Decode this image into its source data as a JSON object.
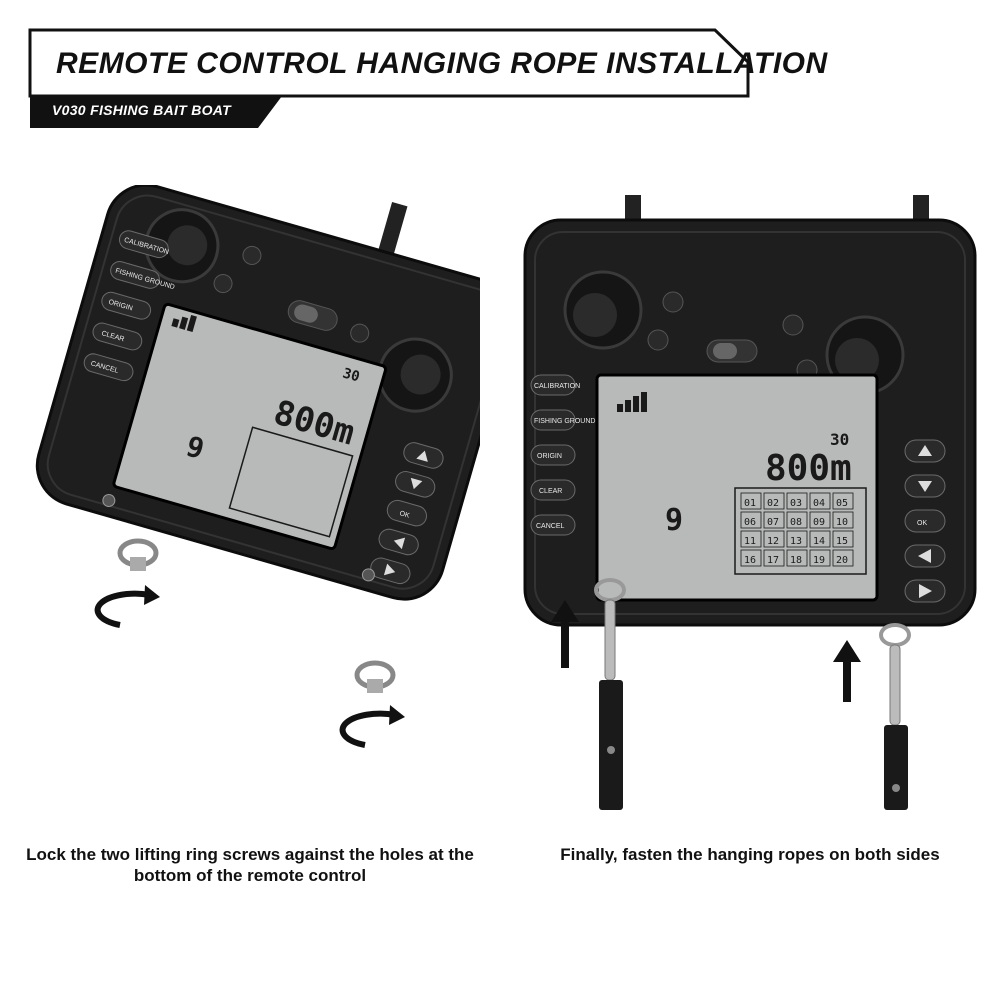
{
  "header": {
    "title": "REMOTE CONTROL HANGING ROPE INSTALLATION",
    "subtitle": "V030 FISHING BAIT BOAT"
  },
  "remote": {
    "buttons_left": [
      "CALIBRATION",
      "FISHING GROUND",
      "ORIGIN",
      "CLEAR",
      "CANCEL"
    ],
    "ok_label": "OK",
    "distance": "800m",
    "satellites": "30",
    "fish_count": "9",
    "grid_numbers": [
      "01",
      "02",
      "03",
      "04",
      "05",
      "06",
      "07",
      "08",
      "09",
      "10",
      "11",
      "12",
      "13",
      "14",
      "15",
      "16",
      "17",
      "18",
      "19",
      "20"
    ]
  },
  "captions": {
    "left": "Lock the two lifting ring screws against the holes at the bottom of the remote control",
    "right": "Finally, fasten the hanging ropes on both sides"
  },
  "colors": {
    "body": "#1e1e1e",
    "lcd": "#b8bab9",
    "accent": "#111111"
  }
}
